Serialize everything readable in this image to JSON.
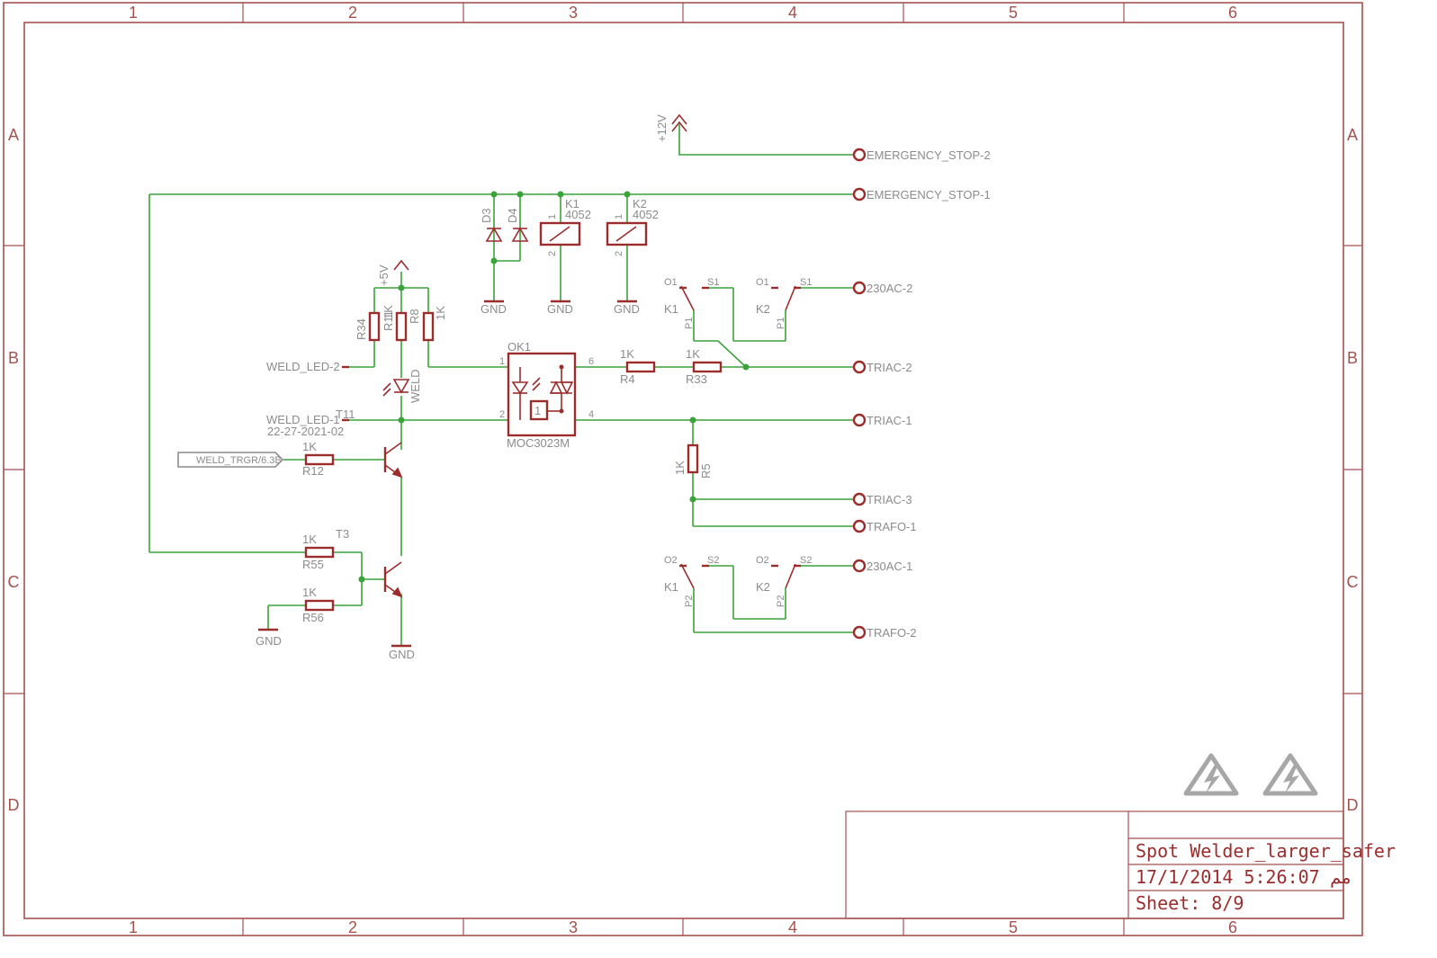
{
  "frame": {
    "column_labels": [
      "1",
      "2",
      "3",
      "4",
      "5",
      "6"
    ],
    "row_labels": [
      "A",
      "B",
      "C",
      "D"
    ]
  },
  "title_block": {
    "title": "Spot Welder_larger_safer",
    "date": "17/1/2014 5:26:07 مم",
    "sheet": "Sheet: 8/9"
  },
  "supplies": {
    "v12": "+12V",
    "v5": "+5V",
    "gnd": "GND"
  },
  "connectors": {
    "emergency_stop_2": "EMERGENCY_STOP-2",
    "emergency_stop_1": "EMERGENCY_STOP-1",
    "ac230_2": "230AC-2",
    "triac_2": "TRIAC-2",
    "triac_1": "TRIAC-1",
    "triac_3": "TRIAC-3",
    "trafo_1": "TRAFO-1",
    "ac230_1": "230AC-1",
    "trafo_2": "TRAFO-2"
  },
  "net_labels": {
    "weld_led_2": "WELD_LED-2",
    "weld_led_1": "WELD_LED-1",
    "weld_led_1_code": "22-27-2021-02",
    "t11": "T11",
    "weld_trgr": "WELD_TRGR/6.3B"
  },
  "components": {
    "d3": "D3",
    "d4": "D4",
    "k1": "K1",
    "k2": "K2",
    "relay_value": "4052",
    "pin1": "1",
    "pin2": "2",
    "pin4": "4",
    "pin6": "6",
    "r34": "R34",
    "r11": "R11",
    "r8": "R8",
    "r4": "R4",
    "r33": "R33",
    "r5": "R5",
    "r12": "R12",
    "r55": "R55",
    "r56": "R56",
    "res_1k": "1K",
    "led_weld": "WELD",
    "ok1": "OK1",
    "ok1_value": "MOC3023M",
    "ok1_inner": "1",
    "t3": "T3",
    "contact_o1": "O1",
    "contact_s1": "S1",
    "contact_p1": "P1",
    "contact_o2": "O2",
    "contact_s2": "S2",
    "contact_p2": "P2"
  },
  "colors": {
    "frame": "#a5524f",
    "wire": "#3aa33a",
    "part": "#9b2d2d",
    "label": "#8c8c8c"
  }
}
